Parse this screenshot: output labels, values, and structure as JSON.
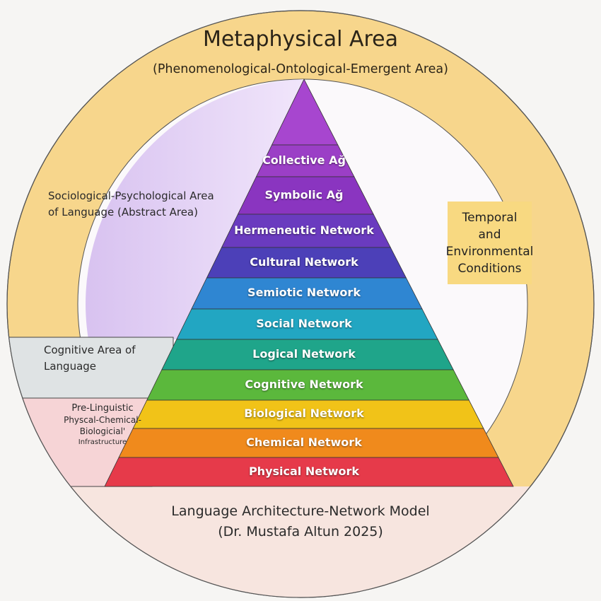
{
  "title": "Metaphysical Area",
  "subtitle": "(Phenomenological-Ontological-Emergent Area)",
  "areas": {
    "socio": [
      "Sociological-Psychological Area",
      "of Language (Abstract Area)"
    ],
    "cognitive": [
      "Cognitive Area of",
      "Language"
    ],
    "pre_linguistic": [
      "Pre-Linguistic",
      "Physcal-Chemical-",
      "Biologicial'",
      "Infrastructure"
    ],
    "temporal": [
      "Temporal",
      "and",
      "Environmental",
      "Conditions"
    ]
  },
  "layers": [
    {
      "label": "Collective Ağ",
      "color": "#9b3fc6"
    },
    {
      "label": "Symbolic Ağ",
      "color": "#8a35c0"
    },
    {
      "label": "Hermeneutic Network",
      "color": "#6a3bbf"
    },
    {
      "label": "Cultural Network",
      "color": "#4c40b8"
    },
    {
      "label": "Semiotic Network",
      "color": "#2f86d2"
    },
    {
      "label": "Social Network",
      "color": "#22a6c2"
    },
    {
      "label": "Logical Network",
      "color": "#1fa58a"
    },
    {
      "label": "Cognitive Network",
      "color": "#5bb83c"
    },
    {
      "label": "Biological Network",
      "color": "#f1c318"
    },
    {
      "label": "Chemical Network",
      "color": "#f08a1c"
    },
    {
      "label": "Physical Network",
      "color": "#e63a4a"
    }
  ],
  "apex_color": "#a746cf",
  "footer": [
    "Language Architecture-Network Model",
    "(Dr. Mustafa Altun 2025)"
  ]
}
